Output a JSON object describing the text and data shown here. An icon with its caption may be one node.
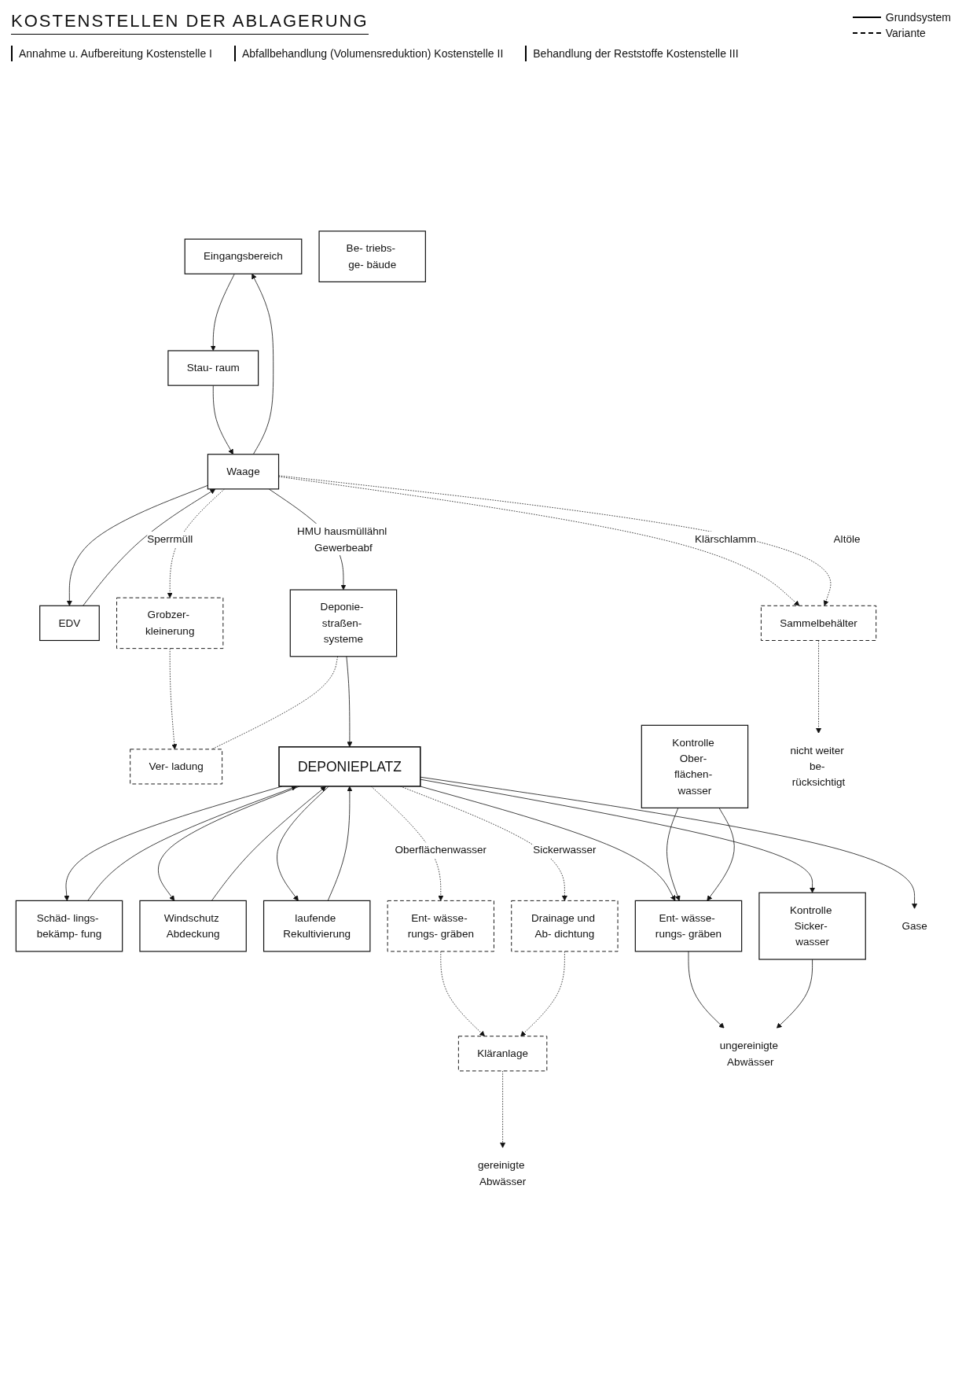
{
  "diagram": {
    "title": "KOSTENSTELLEN DER ABLAGERUNG",
    "nodes": [
      {
        "text": [
          "Eingangsbereich"
        ]
      },
      {
        "text": [
          "Be- triebs- ge- bäude"
        ]
      },
      {
        "text": [
          "Stau- raum"
        ]
      },
      {
        "text": [
          "Waage"
        ]
      },
      {
        "text": [
          "EDV"
        ]
      },
      {
        "text": [
          "Deponie- straßen- systeme"
        ]
      },
      {
        "text": [
          "Grobzer- kleinerung"
        ]
      },
      {
        "text": [
          "Ver- ladung"
        ]
      },
      {
        "text": [
          "Sammelbehälter"
        ]
      },
      {
        "text": [
          "nicht weiter be- rücksichtigt"
        ]
      },
      {
        "text": [
          "DEPONIEPLATZ"
        ]
      },
      {
        "text": [
          "Schäd- lings- bekämp- fung"
        ]
      },
      {
        "text": [
          "Windschutz Abdeckung"
        ]
      },
      {
        "text": [
          "laufende Rekultivierung"
        ]
      },
      {
        "text": [
          "Kontrolle Ober- flächen- wasser"
        ]
      },
      {
        "text": [
          "Ent- wässe- rungs- gräben"
        ]
      },
      {
        "text": [
          "Kontrolle Sicker- wasser"
        ]
      },
      {
        "text": [
          "Ent- wässe- rungs- gräben"
        ]
      },
      {
        "text": [
          "Drainage und Ab- dichtung"
        ]
      },
      {
        "text": [
          "Kläranlage"
        ]
      },
      {
        "text": [
          "ungereinigte Abwässer"
        ]
      },
      {
        "text": [
          "gereinigte Abwässer"
        ]
      },
      {
        "text": [
          "Gase"
        ]
      }
    ],
    "edges": [
      {
        "from": 0,
        "to": 2,
        "arrow": "to"
      },
      {
        "from": 2,
        "to": 3,
        "arrow": "to"
      },
      {
        "from": 3,
        "to": 0,
        "arrow": "to"
      },
      {
        "from": 4,
        "to": 3,
        "arrow": "to"
      },
      {
        "from": 3,
        "to": 4,
        "arrow": "to"
      },
      {
        "from": 3,
        "to": 5,
        "arrow": "to",
        "label": "HMU hausmüllähnl Gewerbeabf"
      },
      {
        "from": 3,
        "to": 6,
        "arrow": "to",
        "label": "Sperrmüll",
        "style": "dashed"
      },
      {
        "from": 3,
        "to": 8,
        "arrow": "to",
        "label": "Klärschlamm",
        "style": "dashed"
      },
      {
        "from": 3,
        "to": 8,
        "arrow": "to",
        "label": "Altöle",
        "style": "dashed"
      },
      {
        "from": 6,
        "to": 7,
        "arrow": "to",
        "style": "dashed"
      },
      {
        "from": 5,
        "to": 7,
        "arrow": "none",
        "style": "dashed"
      },
      {
        "from": 8,
        "to": 9,
        "arrow": "to",
        "style": "dashed"
      },
      {
        "from": 5,
        "to": 10,
        "arrow": "to"
      },
      {
        "from": 10,
        "to": 11,
        "arrow": "to"
      },
      {
        "from": 11,
        "to": 10,
        "arrow": "to"
      },
      {
        "from": 10,
        "to": 12,
        "arrow": "to"
      },
      {
        "from": 12,
        "to": 10,
        "arrow": "to"
      },
      {
        "from": 10,
        "to": 13,
        "arrow": "to"
      },
      {
        "from": 13,
        "to": 10,
        "arrow": "to"
      },
      {
        "from": 10,
        "to": 22,
        "arrow": "to"
      },
      {
        "from": 10,
        "to": 15,
        "arrow": "to"
      },
      {
        "from": 10,
        "to": 16,
        "arrow": "to"
      },
      {
        "from": 14,
        "to": 15,
        "arrow": "to"
      },
      {
        "from": 14,
        "to": 15,
        "arrow": "to"
      },
      {
        "from": 15,
        "to": 20,
        "arrow": "to"
      },
      {
        "from": 16,
        "to": 20,
        "arrow": "to"
      },
      {
        "from": 10,
        "to": 17,
        "arrow": "to",
        "label": "Oberflächenwasser",
        "style": "dashed"
      },
      {
        "from": 10,
        "to": 18,
        "arrow": "to",
        "label": "Sickerwasser",
        "style": "dashed"
      },
      {
        "from": 17,
        "to": 19,
        "arrow": "to",
        "style": "dashed"
      },
      {
        "from": 18,
        "to": 19,
        "arrow": "to",
        "style": "dashed"
      },
      {
        "from": 19,
        "to": 21,
        "arrow": "to",
        "style": "dashed"
      }
    ],
    "labels": [
      "Annahme u. Aufbereitung Kostenstelle I",
      "Abfallbehandlung (Volumensreduktion) Kostenstelle II",
      "Behandlung der Reststoffe Kostenstelle III"
    ],
    "legend": [
      {
        "text": "Grundsystem"
      },
      {
        "text": "Variante"
      }
    ]
  }
}
